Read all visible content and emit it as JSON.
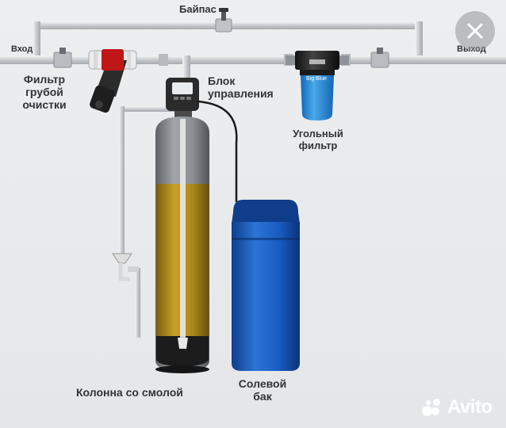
{
  "labels": {
    "bypass": "Байпас",
    "inlet": "Вход",
    "outlet": "Выход",
    "coarse_filter_line1": "Фильтр",
    "coarse_filter_line2": "грубой",
    "coarse_filter_line3": "очистки",
    "control_line1": "Блок",
    "control_line2": "управления",
    "carbon_line1": "Угольный",
    "carbon_line2": "фильтр",
    "column": "Колонна со смолой",
    "brine_line1": "Солевой",
    "brine_line2": "бак",
    "carbon_housing_brand": "Big Blue"
  },
  "watermark": {
    "brand": "Avito"
  },
  "icons": {
    "close": "close-icon",
    "watermark": "avito-logo-icon"
  },
  "colors": {
    "pipe": "#c9ccd0",
    "tank_blue": "#1d64c8",
    "resin": "#b5901c",
    "column_grey": "#7e8186",
    "housing_blue": "#2a8ee0"
  }
}
